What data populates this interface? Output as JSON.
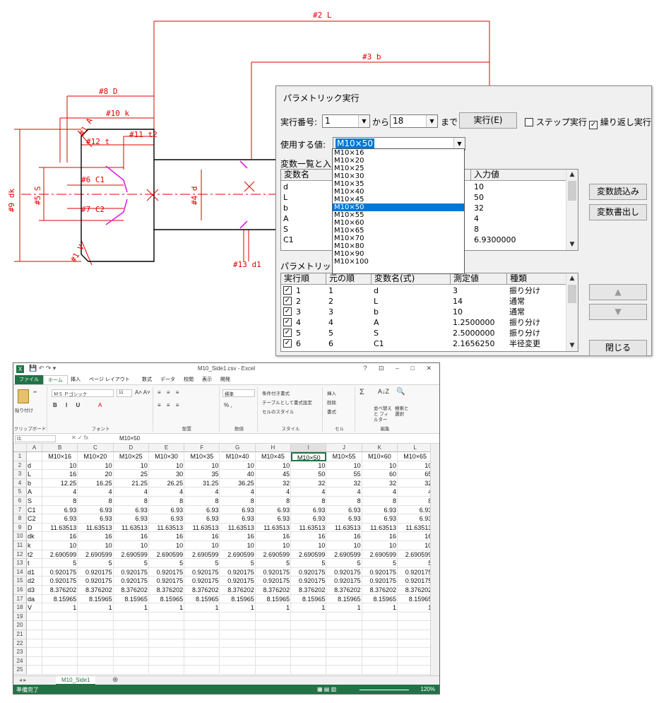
{
  "cad": {
    "labels": {
      "L": "#2 L",
      "b": "#3 b",
      "D": "#8 D",
      "k": "#10 k",
      "t": "#12 t",
      "t2": "#11 t2",
      "dk": "#9 dk",
      "S": "#5 S",
      "C1": "#6 C1",
      "C2": "#7 C2",
      "d": "#4 d",
      "d1": "#13 d1",
      "V": "#1 V",
      "A": "#1 A"
    }
  },
  "dialog": {
    "title": "パラメトリック実行",
    "run_number_label": "実行番号:",
    "run_from": "1",
    "from_label": "から",
    "run_to": "18",
    "to_label": "まで",
    "run_button": "実行(E)",
    "step_run_label": "ステップ実行",
    "step_run_checked": false,
    "repeat_run_label": "繰り返し実行",
    "repeat_run_checked": true,
    "use_value_label": "使用する値:",
    "use_value_selected": "M10×50",
    "var_list_label": "変数一覧と入力",
    "var_table": {
      "headers": [
        "変数名",
        "入力値"
      ],
      "rows": [
        [
          "d",
          "10"
        ],
        [
          "L",
          "50"
        ],
        [
          "b",
          "32"
        ],
        [
          "A",
          "4"
        ],
        [
          "S",
          "8"
        ],
        [
          "C1",
          "6.9300000"
        ]
      ]
    },
    "read_vars_button": "変数読込み",
    "write_vars_button": "変数書出し",
    "param_label": "パラメトリック",
    "param_table": {
      "headers": [
        "実行順",
        "元の順",
        "変数名(式)",
        "測定値",
        "種類"
      ],
      "rows": [
        [
          "1",
          "1",
          "d",
          "3",
          "振り分け"
        ],
        [
          "2",
          "2",
          "L",
          "14",
          "通常"
        ],
        [
          "3",
          "3",
          "b",
          "10",
          "通常"
        ],
        [
          "4",
          "4",
          "A",
          "1.2500000",
          "振り分け"
        ],
        [
          "5",
          "5",
          "S",
          "2.5000000",
          "振り分け"
        ],
        [
          "6",
          "6",
          "C1",
          "2.1656250",
          "半径変更"
        ]
      ]
    },
    "up_icon": "▲",
    "down_icon": "▼",
    "close_button": "閉じる",
    "dropdown_options": [
      "M10×16",
      "M10×20",
      "M10×25",
      "M10×30",
      "M10×35",
      "M10×40",
      "M10×45",
      "M10×50",
      "M10×55",
      "M10×60",
      "M10×65",
      "M10×70",
      "M10×80",
      "M10×90",
      "M10×100"
    ]
  },
  "excel": {
    "window_title": "M10_Side1.csv - Excel",
    "window_controls": [
      "?",
      "⊡",
      "–",
      "□",
      "✕"
    ],
    "tabs": [
      "ファイル",
      "ホーム",
      "挿入",
      "ページ レイアウト",
      "数式",
      "データ",
      "校閲",
      "表示",
      "開発"
    ],
    "ribbon": {
      "paste": "貼り付け",
      "clipboard": "クリップボード",
      "font_name": "ＭＳ Ｐゴシック",
      "font_size": "11",
      "font": "フォント",
      "alignment": "配置",
      "number_format": "標準",
      "number": "数値",
      "cond_format": "条件付き書式",
      "table_format": "テーブルとして書式設定",
      "cell_style": "セルのスタイル",
      "style": "スタイル",
      "insert": "挿入",
      "delete": "削除",
      "format": "書式",
      "cells": "セル",
      "sort_filter": "並べ替えと フィルター",
      "find_select": "検索と 選択",
      "editing": "編集"
    },
    "name_box": "I1",
    "formula": "M10×50",
    "columns": [
      "A",
      "B",
      "C",
      "D",
      "E",
      "F",
      "G",
      "H",
      "I",
      "J",
      "K",
      "L"
    ],
    "header_row": [
      "",
      "M10×16",
      "M10×20",
      "M10×25",
      "M10×30",
      "M10×35",
      "M10×40",
      "M10×45",
      "M10×50",
      "M10×55",
      "M10×60",
      "M10×65"
    ],
    "rows": [
      [
        "d",
        "10",
        "10",
        "10",
        "10",
        "10",
        "10",
        "10",
        "10",
        "10",
        "10",
        "10"
      ],
      [
        "L",
        "16",
        "20",
        "25",
        "30",
        "35",
        "40",
        "45",
        "50",
        "55",
        "60",
        "65"
      ],
      [
        "b",
        "12.25",
        "16.25",
        "21.25",
        "26.25",
        "31.25",
        "36.25",
        "32",
        "32",
        "32",
        "32",
        "32"
      ],
      [
        "A",
        "4",
        "4",
        "4",
        "4",
        "4",
        "4",
        "4",
        "4",
        "4",
        "4",
        "4"
      ],
      [
        "S",
        "8",
        "8",
        "8",
        "8",
        "8",
        "8",
        "8",
        "8",
        "8",
        "8",
        "8"
      ],
      [
        "C1",
        "6.93",
        "6.93",
        "6.93",
        "6.93",
        "6.93",
        "6.93",
        "6.93",
        "6.93",
        "6.93",
        "6.93",
        "6.93"
      ],
      [
        "C2",
        "6.93",
        "6.93",
        "6.93",
        "6.93",
        "6.93",
        "6.93",
        "6.93",
        "6.93",
        "6.93",
        "6.93",
        "6.93"
      ],
      [
        "D",
        "11.63513",
        "11.63513",
        "11.63513",
        "11.63513",
        "11.63513",
        "11.63513",
        "11.63513",
        "11.63513",
        "11.63513",
        "11.63513",
        "11.63513"
      ],
      [
        "dk",
        "16",
        "16",
        "16",
        "16",
        "16",
        "16",
        "16",
        "16",
        "16",
        "16",
        "16"
      ],
      [
        "k",
        "10",
        "10",
        "10",
        "10",
        "10",
        "10",
        "10",
        "10",
        "10",
        "10",
        "10"
      ],
      [
        "t2",
        "2.690599",
        "2.690599",
        "2.690599",
        "2.690599",
        "2.690599",
        "2.690599",
        "2.690599",
        "2.690599",
        "2.690599",
        "2.690599",
        "2.690599"
      ],
      [
        "t",
        "5",
        "5",
        "5",
        "5",
        "5",
        "5",
        "5",
        "5",
        "5",
        "5",
        "5"
      ],
      [
        "d1",
        "0.920175",
        "0.920175",
        "0.920175",
        "0.920175",
        "0.920175",
        "0.920175",
        "0.920175",
        "0.920175",
        "0.920175",
        "0.920175",
        "0.920175"
      ],
      [
        "d2",
        "0.920175",
        "0.920175",
        "0.920175",
        "0.920175",
        "0.920175",
        "0.920175",
        "0.920175",
        "0.920175",
        "0.920175",
        "0.920175",
        "0.920175"
      ],
      [
        "d3",
        "8.376202",
        "8.376202",
        "8.376202",
        "8.376202",
        "8.376202",
        "8.376202",
        "8.376202",
        "8.376202",
        "8.376202",
        "8.376202",
        "8.376202"
      ],
      [
        "da",
        "8.15965",
        "8.15965",
        "8.15965",
        "8.15965",
        "8.15965",
        "8.15965",
        "8.15965",
        "8.15965",
        "8.15965",
        "8.15965",
        "8.15965"
      ],
      [
        "V",
        "1",
        "1",
        "1",
        "1",
        "1",
        "1",
        "1",
        "1",
        "1",
        "1",
        "1"
      ]
    ],
    "row_numbers": [
      "1",
      "2",
      "3",
      "4",
      "5",
      "6",
      "7",
      "8",
      "9",
      "10",
      "11",
      "12",
      "13",
      "14",
      "15",
      "16",
      "17",
      "18",
      "19",
      "20",
      "21",
      "22",
      "23",
      "24",
      "25"
    ],
    "sheet_tab": "M10_Side1",
    "status": "準備完了",
    "zoom": "120%"
  }
}
